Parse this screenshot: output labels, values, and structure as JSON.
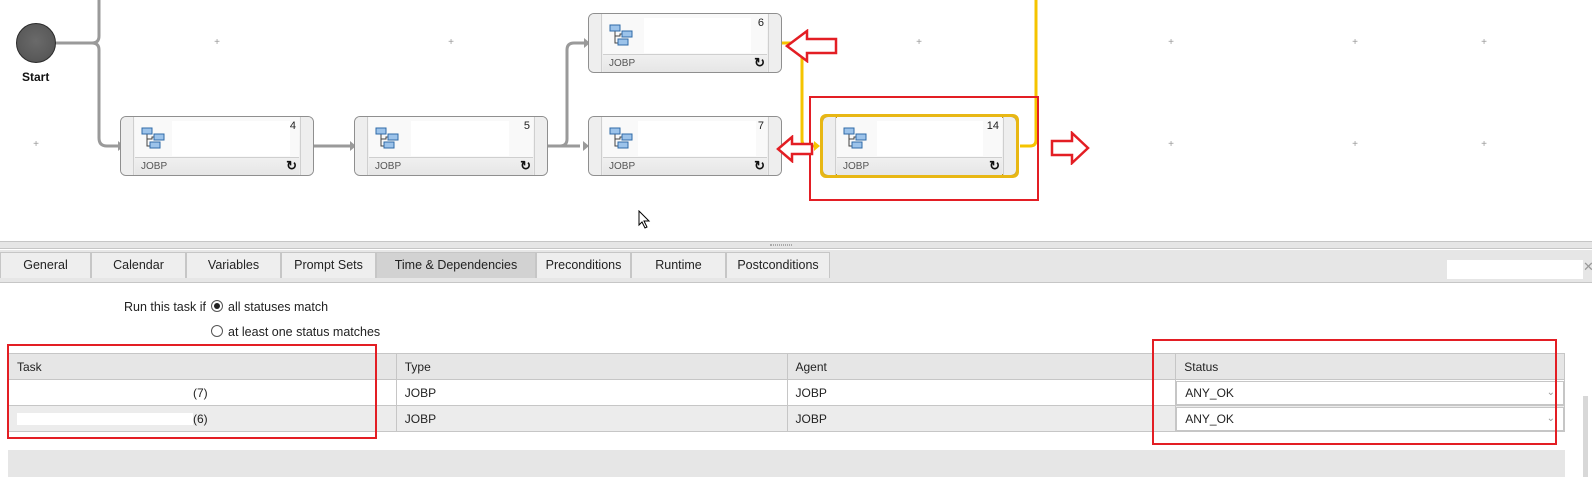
{
  "workflow": {
    "start_label": "Start",
    "nodes": [
      {
        "id": "4",
        "type": "JOBP",
        "selected": false
      },
      {
        "id": "5",
        "type": "JOBP",
        "selected": false
      },
      {
        "id": "6",
        "type": "JOBP",
        "selected": false
      },
      {
        "id": "7",
        "type": "JOBP",
        "selected": false
      },
      {
        "id": "14",
        "type": "JOBP",
        "selected": true
      }
    ],
    "colors": {
      "wire": "#9a9a9a",
      "dependency_wire": "#f5c400",
      "annotation": "#e31e24"
    }
  },
  "tabs": [
    {
      "label": "General",
      "active": false
    },
    {
      "label": "Calendar",
      "active": false
    },
    {
      "label": "Variables",
      "active": false
    },
    {
      "label": "Prompt Sets",
      "active": false
    },
    {
      "label": "Time & Dependencies",
      "active": true
    },
    {
      "label": "Preconditions",
      "active": false
    },
    {
      "label": "Runtime",
      "active": false
    },
    {
      "label": "Postconditions",
      "active": false
    }
  ],
  "tab_search": {
    "value": "",
    "close_icon": "close-icon"
  },
  "run_condition": {
    "label": "Run this task if",
    "options": [
      {
        "label": "all statuses match",
        "checked": true
      },
      {
        "label": "at least one status matches",
        "checked": false
      }
    ]
  },
  "dependencies": {
    "columns": [
      "Task",
      "Type",
      "Agent",
      "Status"
    ],
    "rows": [
      {
        "task": "(7)",
        "type": "JOBP",
        "agent": "JOBP",
        "status": "ANY_OK"
      },
      {
        "task": "(6)",
        "type": "JOBP",
        "agent": "JOBP",
        "status": "ANY_OK"
      }
    ]
  }
}
